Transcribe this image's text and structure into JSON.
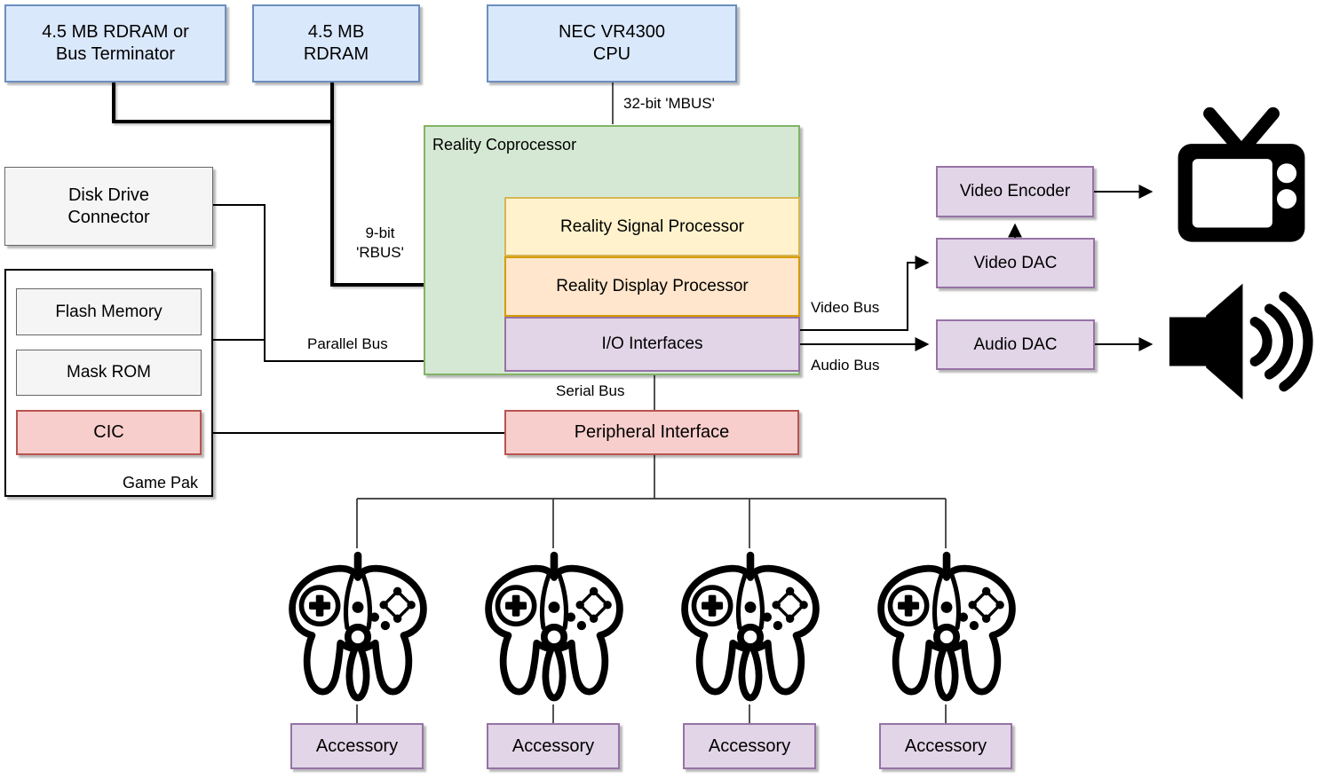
{
  "boxes": {
    "ram_terminator": "4.5 MB RDRAM or\nBus Terminator",
    "ram": "4.5 MB\nRDRAM",
    "cpu": "NEC VR4300\nCPU",
    "reality_coprocessor": "Reality Coprocessor",
    "rsp": "Reality Signal Processor",
    "rdp": "Reality Display Processor",
    "io_interfaces": "I/O Interfaces",
    "disk_drive_connector": "Disk Drive\nConnector",
    "game_pak": "Game Pak",
    "flash_memory": "Flash Memory",
    "mask_rom": "Mask ROM",
    "cic": "CIC",
    "peripheral_interface": "Peripheral Interface",
    "video_encoder": "Video Encoder",
    "video_dac": "Video DAC",
    "audio_dac": "Audio DAC",
    "accessories": [
      "Accessory",
      "Accessory",
      "Accessory",
      "Accessory"
    ]
  },
  "bus_labels": {
    "mbus": "32-bit 'MBUS'",
    "rbus": "9-bit\n'RBUS'",
    "parallel_bus": "Parallel Bus",
    "serial_bus": "Serial Bus",
    "video_bus": "Video Bus",
    "audio_bus": "Audio Bus"
  },
  "icons": {
    "tv": "tv-icon",
    "speaker": "speaker-icon",
    "controllers": [
      "controller-icon",
      "controller-icon",
      "controller-icon",
      "controller-icon"
    ]
  },
  "colors": {
    "blue_fill": "#dae8fc",
    "blue_border": "#6c8ebf",
    "green_fill": "#d5e8d4",
    "green_border": "#82b366",
    "yellow_fill": "#fff2cc",
    "yellow_border": "#d6b656",
    "orange_fill": "#ffe6cc",
    "orange_border": "#d79b00",
    "purple_fill": "#e1d5e7",
    "purple_border": "#9673a6",
    "red_fill": "#f8cecc",
    "red_border": "#b85450",
    "gray_fill": "#f5f5f5",
    "gray_border": "#666666",
    "line_color": "#000000"
  }
}
